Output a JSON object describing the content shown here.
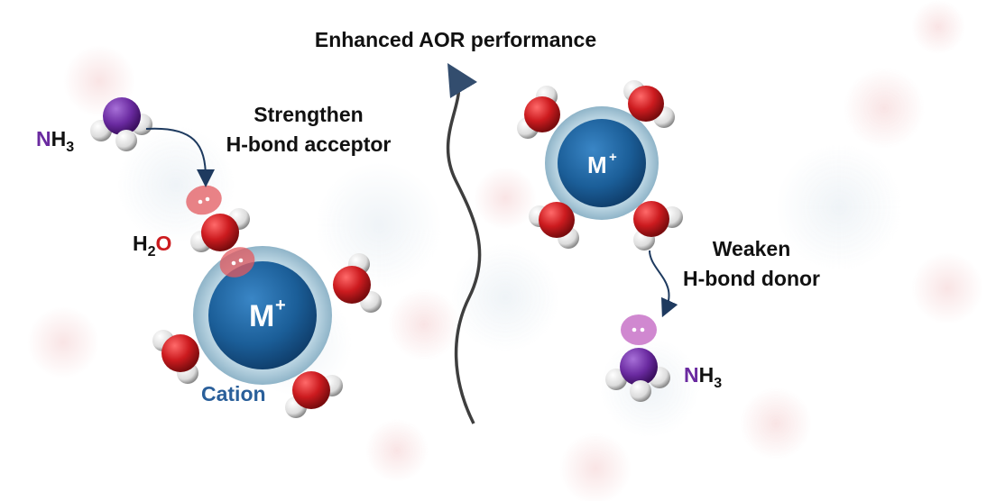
{
  "labels": {
    "top_title": "Enhanced AOR performance",
    "left_caption_line1": "Strengthen",
    "left_caption_line2": "H-bond acceptor",
    "right_caption_line1": "Weaken",
    "right_caption_line2": "H-bond donor",
    "cation_label": "Cation",
    "cation_big_M": "M",
    "cation_big_charge": "+",
    "cation_small_M": "M",
    "cation_small_charge": "+"
  },
  "formulas": {
    "nh3_left": {
      "n": "N",
      "h": "H",
      "sub": "3"
    },
    "h2o_left": {
      "h": "H",
      "sub": "2",
      "o": "O"
    },
    "nh3_right": {
      "n": "N",
      "h": "H",
      "sub": "3"
    }
  },
  "colors": {
    "oxygen": "#cc1b1f",
    "hydrogen": "#e6e6e6",
    "nitrogen": "#6a2aa0",
    "cation_core": "#1b5e98",
    "cation_shell": "#a9c8d8",
    "lone_pair_water": "#e35a5f",
    "lone_pair_ammonia": "#c060c0",
    "arrow": "#1e3a5f",
    "text": "#111111",
    "cation_text": "#2a5f9a"
  }
}
